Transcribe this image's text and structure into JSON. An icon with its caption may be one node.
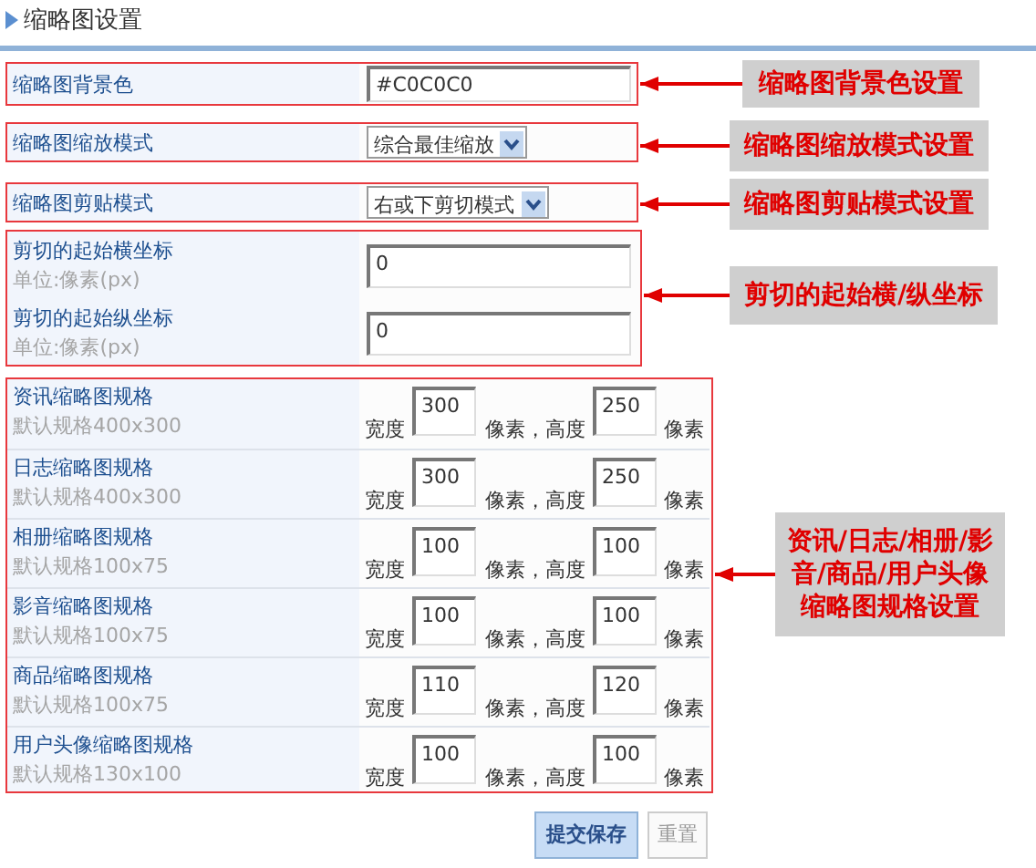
{
  "diagram": {
    "title": "缩略图设置",
    "nodes": [
      {
        "text": [
          "缩略图背景色",
          "#C0C0C0"
        ]
      },
      {
        "text": [
          "缩略图背景色设置"
        ]
      },
      {
        "text": [
          "缩略图缩放模式",
          "综合最佳缩放"
        ]
      },
      {
        "text": [
          "缩略图缩放模式设置"
        ]
      },
      {
        "text": [
          "缩略图剪贴模式",
          "右或下剪切模式"
        ]
      },
      {
        "text": [
          "缩略图剪贴模式设置"
        ]
      },
      {
        "text": [
          "剪切的起始横坐标",
          "单位:像素(px)",
          "0",
          "剪切的起始纵坐标",
          "单位:像素(px)",
          "0"
        ]
      },
      {
        "text": [
          "剪切的起始横/纵坐标"
        ]
      },
      {
        "text": [],
        "shape": "box"
      },
      {
        "text": [
          "资讯缩略图规格",
          "默认规格400x300",
          "宽度",
          "300",
          "像素，高度",
          "250",
          "像素"
        ],
        "in": 8
      },
      {
        "text": [
          "日志缩略图规格",
          "默认规格400x300",
          "宽度",
          "300",
          "像素，高度",
          "250",
          "像素"
        ],
        "in": 8
      },
      {
        "text": [
          "相册缩略图规格",
          "默认规格100x75",
          "宽度",
          "100",
          "像素，高度",
          "100",
          "像素"
        ],
        "in": 8
      },
      {
        "text": [
          "影音缩略图规格",
          "默认规格100x75",
          "宽度",
          "100",
          "像素，高度",
          "100",
          "像素"
        ],
        "in": 8
      },
      {
        "text": [
          "商品缩略图规格",
          "默认规格100x75",
          "宽度",
          "110",
          "像素，高度",
          "120",
          "像素"
        ],
        "in": 8
      },
      {
        "text": [
          "用户头像缩略图规格",
          "默认规格130x100",
          "宽度",
          "100",
          "像素，高度",
          "100",
          "像素"
        ],
        "in": 8
      },
      {
        "text": [
          "资讯/日志/相册/影音/商品/用户头像缩略图规格设置"
        ]
      }
    ],
    "edges": [
      {
        "from": 1,
        "to": 0,
        "arrow": "to"
      },
      {
        "from": 3,
        "to": 2,
        "arrow": "to"
      },
      {
        "from": 5,
        "to": 4,
        "arrow": "to"
      },
      {
        "from": 7,
        "to": 6,
        "arrow": "to"
      },
      {
        "from": 15,
        "to": 8,
        "arrow": "to"
      }
    ],
    "labels": [
      "提交保存",
      "重置"
    ]
  }
}
